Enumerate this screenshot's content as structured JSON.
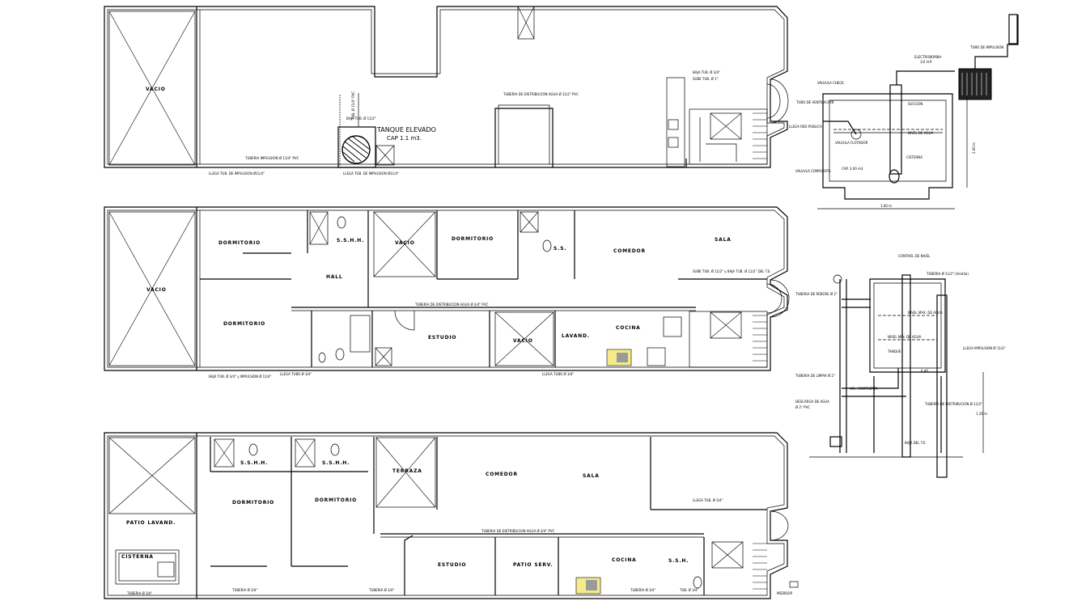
{
  "plan_top": {
    "rooms": [
      "VACIO"
    ],
    "tank_title": "TANQUE ELEVADO",
    "tank_capacity": "CAP 1.1 m3.",
    "notes": [
      "TUBERIA DE DISTRIBUCION AGUA  Ø 11/2\" PVC",
      "TUBERIA IMPULSION Ø 11/4\" PVC",
      "LLEGA TUB. DE IMPULSION Ø11/4\"",
      "LLEGA TUB. DE IMPULSION Ø11/4\"",
      "BAJA TUB. Ø 3/4\"",
      "SUBE TUB. Ø 1\"",
      "TUB. Ø 11/4\" PVC",
      "BAJA TUB. Ø 11/2\""
    ]
  },
  "plan_middle": {
    "rooms": [
      "VACIO",
      "DORMITORIO",
      "S.S.H.H.",
      "HALL",
      "VACIO",
      "DORMITORIO",
      "S.S.",
      "COMEDOR",
      "SALA",
      "DORMITORIO",
      "ESTUDIO",
      "VACIO",
      "LAVAND.",
      "COCINA"
    ],
    "notes": [
      "TUBERIA DE DISTRIBUCION AGUA  Ø 3/4\" PVC",
      "LLEGA TUBO Ø 3/4\"",
      "LLEGA TUBO Ø 3/4\"",
      "SUBE TUB. Ø 11/2\" y BAJA TUB. Ø 11/2\" DEL T.E.",
      "BAJA TUB. Ø 3/4\" y IMPULSION Ø 11/4\""
    ]
  },
  "plan_bottom": {
    "rooms": [
      "PATIO LAVAND.",
      "CISTERNA",
      "S.S.H.H.",
      "S.S.H.H.",
      "DORMITORIO",
      "DORMITORIO",
      "TERRAZA",
      "COMEDOR",
      "SALA",
      "ESTUDIO",
      "PATIO SERV.",
      "COCINA",
      "S.S.H."
    ],
    "notes": [
      "TUBERIA DE DISTRIBUCION AGUA  Ø 3/4\" PVC",
      "TUBERIA Ø 3/4\"",
      "TUBERIA Ø 3/4\"",
      "TUBERIA Ø 3/4\"",
      "LLEGA TUB. Ø 3/4\"",
      "TUBERIA Ø 3/4\"",
      "TUB. Ø 3/4\"",
      "MEDIDOR"
    ]
  },
  "detail_cistern": {
    "labels": [
      "ELECTROBOMBA",
      "1/2 H.P.",
      "TUBO DE IMPULSION",
      "VALVULA CHECK",
      "VALVULA FLOTADOR",
      "TUBO DE VENTILACION",
      "NIVEL DE AGUA",
      "LLEGA RED PUBLICA",
      "VALVULA COMPUERTA",
      "CISTERNA",
      "SUCCION",
      "CAP. 3.00 m3",
      "1.60 m",
      "2.00 m"
    ]
  },
  "detail_tank": {
    "labels": [
      "CONTROL DE NIVEL",
      "TUBERIA Ø 11/2\" (Ventila)",
      "TUBERIA DE REBOSE Ø 2\"",
      "NIVEL MAX. DE AGUA",
      "NIVEL MIN. DE AGUA",
      "TANQUE",
      "LLEGA IMPULSION Ø 11/4\"",
      "TUBERIA DE LIMPIA Ø 2\"",
      "TUBERIA DE DISTRIBUCION Ø 11/2\"",
      "DESCARGA DE AGUA",
      "Ø 2\" PVC",
      "1.20 m",
      "0.40",
      "BAJA DEL T.E.",
      "VAL. COMPUERTA"
    ]
  }
}
